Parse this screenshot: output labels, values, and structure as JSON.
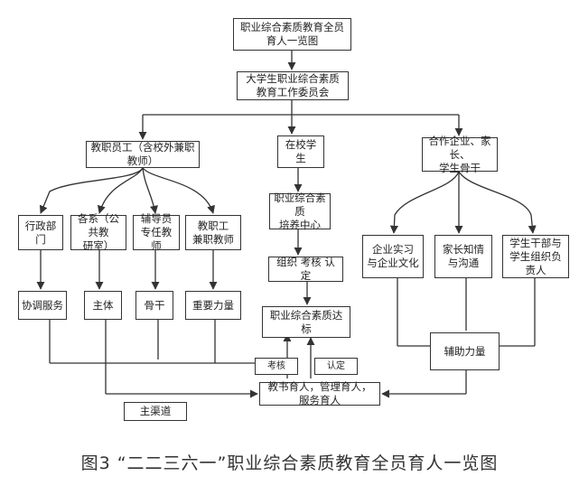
{
  "title": "职业综合素质教育全员育人一览图",
  "committee": "大学生职业综合素质\n教育工作委员会",
  "staff": "教职员工（含校外兼职教师）",
  "students": "在校学生",
  "partners": "合作企业、家长、\n学生骨干",
  "dept_admin": "行政部门",
  "dept_teaching": "各系（公共教\n研室）",
  "dept_counselor": "辅导员\n专任教师",
  "dept_parttime": "教职工\n兼职教师",
  "role_coordinate": "协调服务",
  "role_main": "主体",
  "role_backbone": "骨干",
  "role_important": "重要力量",
  "center": "职业综合素质\n培养中心",
  "org_line": "组织  考核  认定",
  "standard": "职业综合素质达标",
  "assess": "考核",
  "certify": "认定",
  "internship": "企业实习\n与企业文化",
  "parents": "家长知情\n与沟通",
  "student_leaders": "学生干部与\n学生组织负责人",
  "assist": "辅助力量",
  "education": "教书育人，管理育人，服务育人",
  "main_channel": "主渠道",
  "caption": "图3  “二二三六一”职业综合素质教育全员育人一览图"
}
